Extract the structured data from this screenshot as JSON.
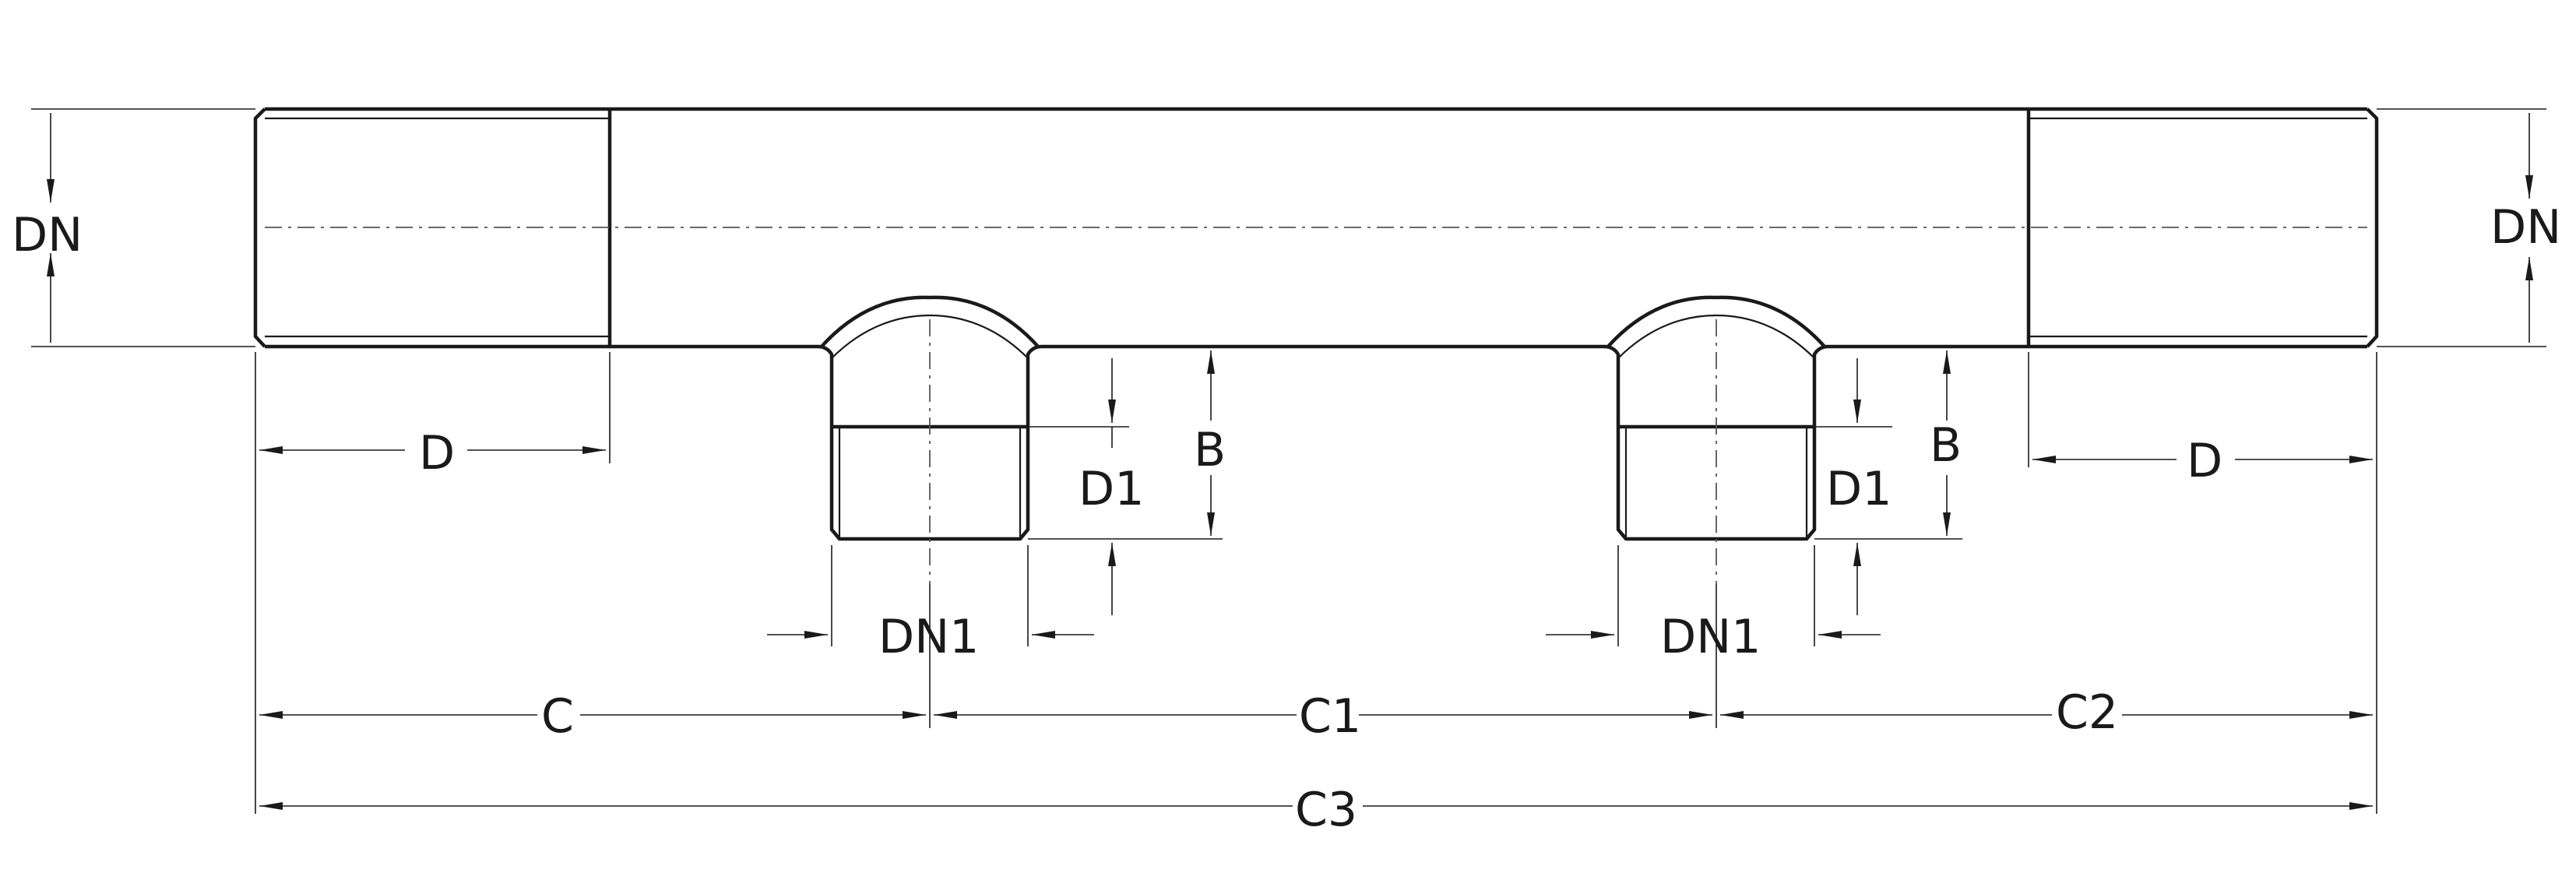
{
  "labels": {
    "dn_left": "DN",
    "dn_right": "DN",
    "d_left": "D",
    "d_right": "D",
    "b_left": "B",
    "b_right": "B",
    "d1_left": "D1",
    "d1_right": "D1",
    "dn1_left": "DN1",
    "dn1_right": "DN1",
    "c": "C",
    "c1": "C1",
    "c2": "C2",
    "c3": "C3"
  }
}
